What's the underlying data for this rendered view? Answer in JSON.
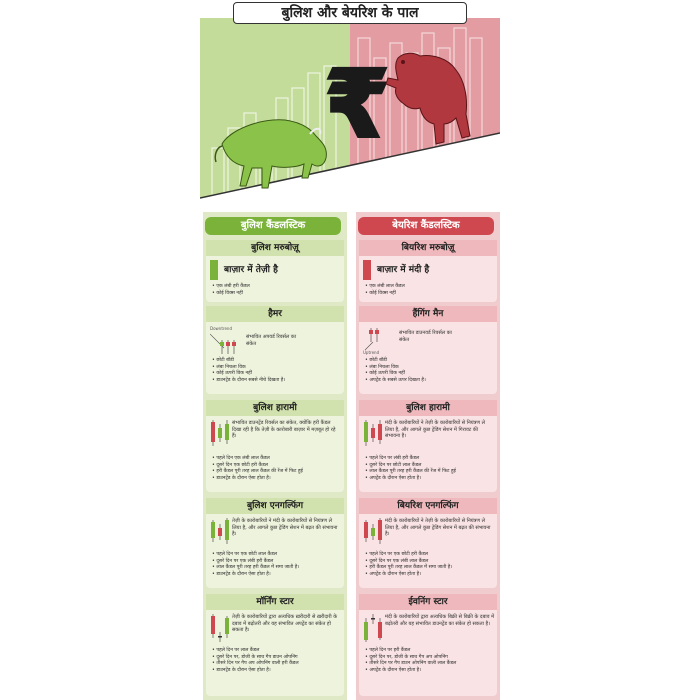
{
  "title": "बुलिश और बेयरिश के पाल",
  "colors": {
    "bull": "#7bb33a",
    "bear": "#d0484f",
    "bull_bg": "#c4dc9a",
    "bear_bg": "#e39da2"
  },
  "hero": {
    "rupee_symbol": "₹"
  },
  "bull": {
    "header": "बुलिश कैंडलस्टिक",
    "cards": [
      {
        "title": "बुलिश मरुबोज़ू",
        "subtitle": "बाज़ार में तेज़ी है",
        "bullets": [
          "एक लंबी हरी कैंडल",
          "कोई विक्स नहीं"
        ]
      },
      {
        "title": "हैमर",
        "label": "Downtrend",
        "desc": "संभावित अपवर्ड रिवर्सल का संकेत",
        "bullets": [
          "छोटी बॉडी",
          "लंबा निचला विक",
          "कोई ऊपरी विक नहीं",
          "डाउनट्रेंड के दौरान सबसे नीचे दिखता है।"
        ]
      },
      {
        "title": "बुलिश हारामी",
        "desc": "संभावित डाउनट्रेंड रिवर्सल का संकेत, क्योंकि हरी कैंडल दिखा रही है कि तेज़ी के कारोबारी बाज़ार में मज़बूत हो रहे हैं।",
        "bullets": [
          "पहले दिन एक लंबी लाल कैंडल",
          "दूसरे दिन एक छोटी हरी कैंडल",
          "हरी कैंडल पूरी तरह लाल कैंडल की रेंज में फिट हुई",
          "डाउनट्रेंड के दौरान ऐसा होता है।"
        ]
      },
      {
        "title": "बुलिश एनगल्फिंग",
        "desc": "तेज़ी के कारोबारियों ने मंदी के कारोबारियों से नियंत्रण ले लिया है, और आगले कुछ ट्रेडिंग सेशन में बढ़त की संभावना है।",
        "bullets": [
          "पहले दिन पर एक छोटी लाल कैंडल",
          "दूसरे दिन पर एक लंबी हरी कैंडल",
          "लाल कैंडल पूरी तरह हरी कैंडल में समा जाती है।",
          "डाउनट्रेंड के दौरान ऐसा होता है।"
        ]
      },
      {
        "title": "मॉर्निंग स्टार",
        "desc": "तेज़ी के कारोबारियों द्वारा अत्यधिक ख़रीदारी से ख़रीदारी के दबाव में बढ़ोतरी और यह संभावित अपट्रेंड का संकेत हो सकता है।",
        "bullets": [
          "पहले दिन पर लाल कैंडल",
          "दूसरे दिन पर, डोजी के साथ गैप डाउन ओपनिंग",
          "तीसरे दिन पर गैप अप ओपनिंग वाली हरी कैंडल",
          "डाउनट्रेंड के दौरान ऐसा होता है।"
        ]
      }
    ]
  },
  "bear": {
    "header": "बेयरिश कैंडलस्टिक",
    "cards": [
      {
        "title": "बियरिश मरुबोज़ू",
        "subtitle": "बाज़ार में मंदी है",
        "bullets": [
          "एक लंबी लाल कैंडल",
          "कोई विक्स नहीं"
        ]
      },
      {
        "title": "हैंगिंग मैन",
        "label": "Uptrend",
        "desc": "संभावित डाउनवर्ड रिवर्सल का संकेत",
        "bullets": [
          "छोटी बॉडी",
          "लंबा निचला विक",
          "कोई ऊपरी विक नहीं",
          "अपट्रेंड के सबसे ऊपर दिखता है।"
        ]
      },
      {
        "title": "बुलिश हारामी",
        "desc": "मंदी के कारोबारियों ने तेज़ी के कारोबारियों से नियंत्रण ले लिया है, और आगले कुछ ट्रेडिंग सेशन में गिरावट की संभावना है।",
        "bullets": [
          "पहले दिन पर लंबी हरी कैंडल",
          "दूसरे दिन पर छोटी लाल कैंडल",
          "लाल कैंडल पूरी तरह हरी कैंडल की रेंज में फिट हुई",
          "अपट्रेंड के दौरान ऐसा होता है।"
        ]
      },
      {
        "title": "बियरिश एनगल्फिंग",
        "desc": "मंदी के कारोबारियों ने तेज़ी के कारोबारियों से नियंत्रण ले लिया है, और आगले कुछ ट्रेडिंग सेशन में बढ़त की संभावना है।",
        "bullets": [
          "पहले दिन पर एक छोटी हरी कैंडल",
          "दूसरे दिन पर एक लंबी लाल कैंडल",
          "हरी कैंडल पूरी तरह लाल कैंडल में समा जाती है।",
          "अपट्रेंड के दौरान ऐसा होता है।"
        ]
      },
      {
        "title": "ईवनिंग स्टार",
        "desc": "मंदी के कारोबारियों द्वारा अत्यधिक बिक्री से बिक्री के दबाव में बढ़ोतरी और यह संभावित डाउनट्रेंड का संकेत हो सकता है।",
        "bullets": [
          "पहले दिन पर हरी कैंडल",
          "दूसरे दिन पर, डोजी के साथ गैप अप ओपनिंग",
          "तीसरे दिन पर गैप डाउन ओपनिंग वाली लाल कैंडल",
          "अपट्रेंड के दौरान ऐसा होता है।"
        ]
      }
    ]
  }
}
